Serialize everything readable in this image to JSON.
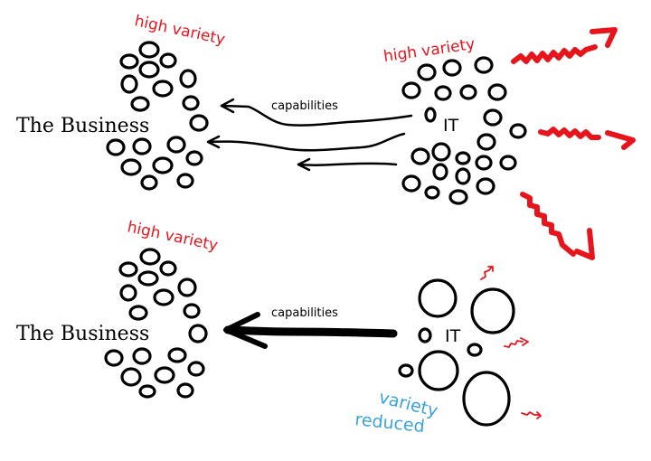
{
  "diagram": {
    "top": {
      "business_label": "The Business",
      "business_annotation": "high variety",
      "it_label": "IT",
      "it_annotation": "high variety",
      "arrow_label": "capabilities"
    },
    "bottom": {
      "business_label": "The Business",
      "business_annotation": "high variety",
      "it_label": "IT",
      "it_annotation": "variety reduced",
      "it_annotation_lines": [
        "variety",
        "reduced"
      ],
      "arrow_label": "capabilities"
    },
    "colors": {
      "ink": "#000000",
      "annotation_red": "#e8141c",
      "annotation_blue": "#3aa3dc"
    }
  }
}
